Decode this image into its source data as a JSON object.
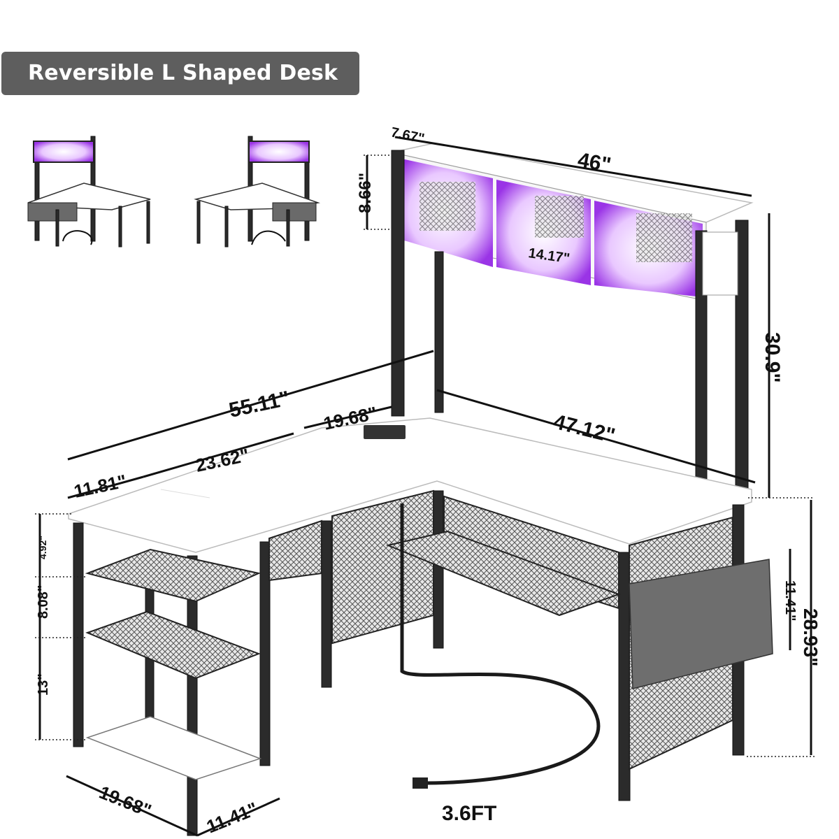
{
  "title": "Reversible L Shaped Desk",
  "dimensions": {
    "hutch_depth": "7.67\"",
    "hutch_width": "46\"",
    "hutch_height": "8.66\"",
    "cubby_width": "14.17\"",
    "hutch_leg_height": "30.9\"",
    "total_length": "55.11\"",
    "corner_width": "19.68\"",
    "right_length": "47.12\"",
    "middle_width": "23.62\"",
    "left_width": "11.81\"",
    "shelf_gap_top": "4.92\"",
    "shelf_gap_mid": "8.08\"",
    "shelf_gap_bottom": "13\"",
    "bag_height": "11.41\"",
    "desk_height": "28.93\"",
    "base_depth": "19.68\"",
    "base_width": "11.41\"",
    "cord_length": "3.6FT"
  },
  "colors": {
    "badge": "#5e5e5e",
    "frame": "#2b2b2b",
    "top": "#ffffff",
    "led": "#b04cff"
  }
}
